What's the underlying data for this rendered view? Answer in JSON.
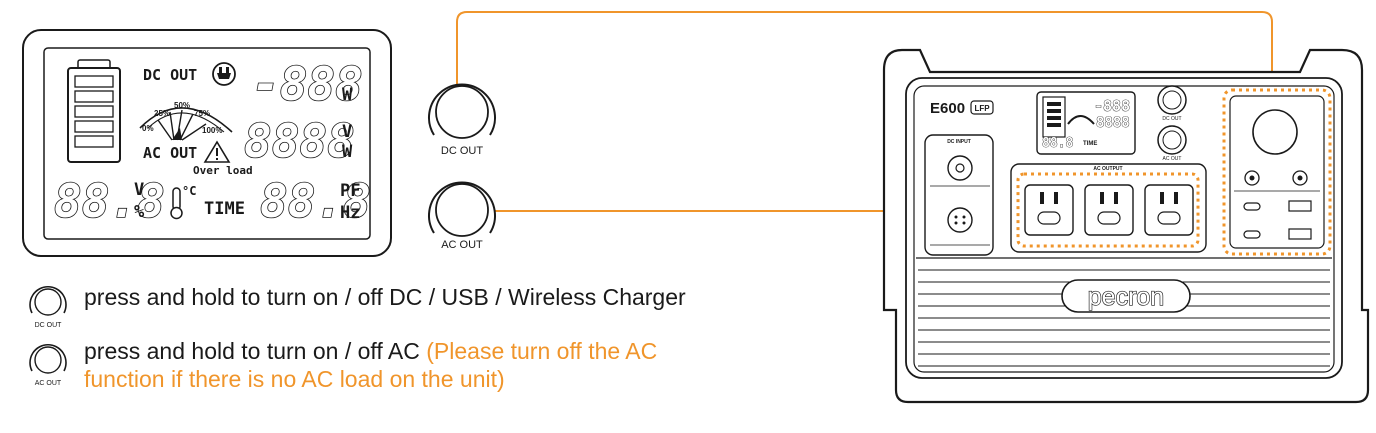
{
  "lcd": {
    "dc_out_label": "DC OUT",
    "ac_out_label": "AC OUT",
    "digits_top": "-888",
    "digits_mid": "8888",
    "digits_left": "88.8",
    "digits_right": "88.8",
    "unit_w1": "W",
    "unit_v": "V",
    "unit_w2": "W",
    "unit_v_left": "V",
    "unit_pct": "%",
    "temp_unit": "°C",
    "time_label": "TIME",
    "unit_pf": "PF",
    "unit_hz": "Hz",
    "overload_label": "Over load",
    "gauge_ticks": [
      "0%",
      "25%",
      "50%",
      "75%",
      "100%"
    ]
  },
  "buttons": {
    "dc_out_label": "DC OUT",
    "ac_out_label": "AC OUT"
  },
  "device": {
    "model": "E600",
    "badge": "LFP",
    "brand": "pecron",
    "dc_input_label": "DC INPUT",
    "ac_output_label": "AC OUTPUT",
    "btn_dc_label": "DC OUT",
    "btn_ac_label": "AC OUT",
    "mini_time": "TIME",
    "mini_digits": "-888",
    "mini_digits2": "8888",
    "mini_digits3": "88.8"
  },
  "legend": {
    "dc_text": "press and hold to turn on / off DC / USB / Wireless Charger",
    "ac_text": "press and hold to turn on / off AC ",
    "ac_note_line1": "(Please turn off the AC",
    "ac_note_line2": "function if there is no AC load on the unit)",
    "dc_icon_label": "DC OUT",
    "ac_icon_label": "AC OUT"
  },
  "colors": {
    "accent": "#f0952b",
    "line": "#1a1a1a"
  }
}
